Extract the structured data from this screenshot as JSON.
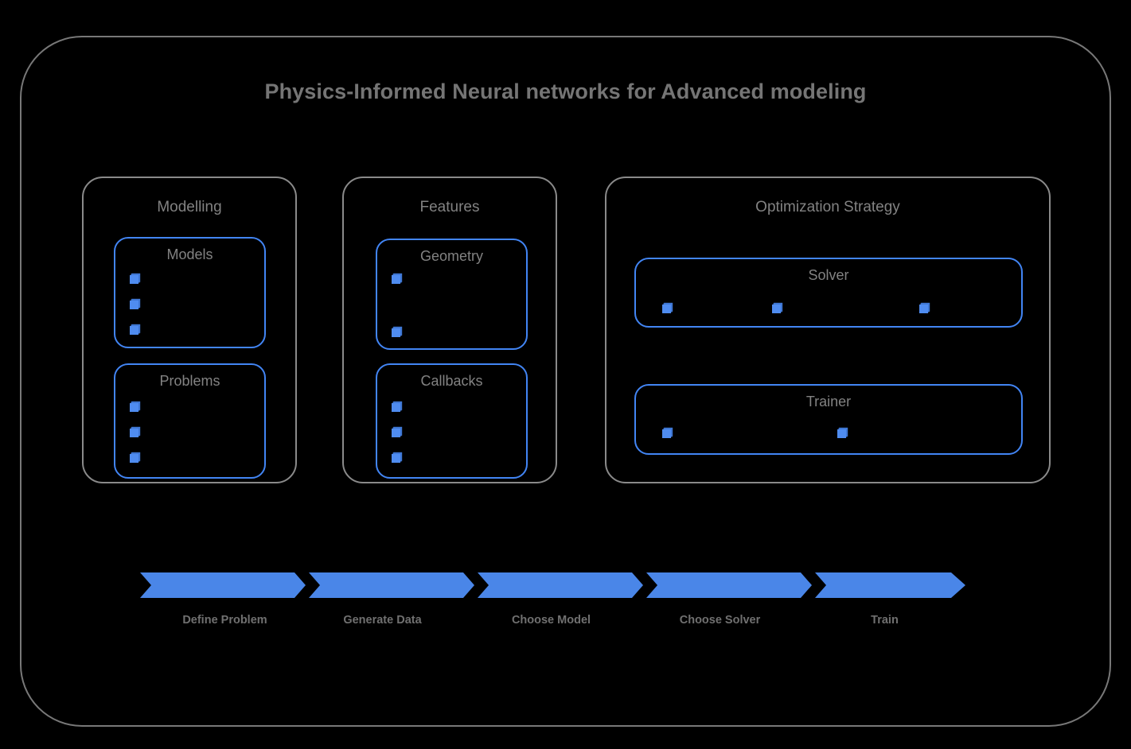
{
  "diagram": {
    "title": "Physics-Informed Neural networks for Advanced modeling",
    "colors": {
      "background": "#000000",
      "outer_border": "#787878",
      "group_border": "#8a8a8a",
      "accent_blue": "#4285f4",
      "chevron_blue": "#4a86e8",
      "cube_blue": "#4f8cf0",
      "title_text": "#757575",
      "label_text": "#828282",
      "step_text": "#707070"
    }
  },
  "groups": [
    {
      "name": "modelling",
      "label": "Modelling",
      "boxes": [
        {
          "name": "models",
          "label": "Models",
          "item_count": 3,
          "orientation": "vertical"
        },
        {
          "name": "problems",
          "label": "Problems",
          "item_count": 3,
          "orientation": "vertical"
        }
      ]
    },
    {
      "name": "features",
      "label": "Features",
      "boxes": [
        {
          "name": "geometry",
          "label": "Geometry",
          "item_count": 2,
          "orientation": "vertical"
        },
        {
          "name": "callbacks",
          "label": "Callbacks",
          "item_count": 3,
          "orientation": "vertical"
        }
      ]
    },
    {
      "name": "optimization-strategy",
      "label": "Optimization Strategy",
      "boxes": [
        {
          "name": "solver",
          "label": "Solver",
          "item_count": 3,
          "orientation": "horizontal"
        },
        {
          "name": "trainer",
          "label": "Trainer",
          "item_count": 2,
          "orientation": "horizontal"
        }
      ]
    }
  ],
  "pipeline": {
    "steps": [
      {
        "label": "Define Problem"
      },
      {
        "label": "Generate Data"
      },
      {
        "label": "Choose Model"
      },
      {
        "label": "Choose Solver"
      },
      {
        "label": "Train"
      }
    ]
  }
}
